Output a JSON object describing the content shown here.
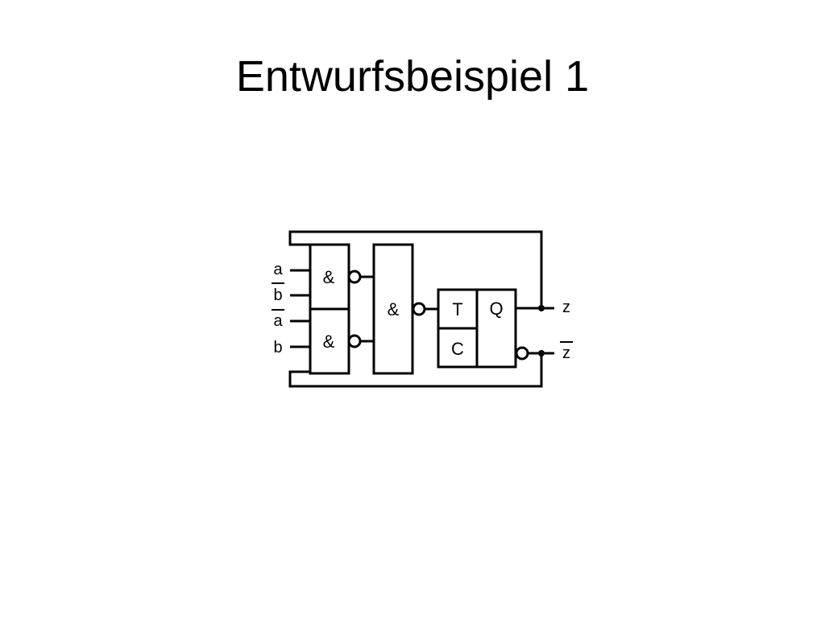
{
  "slide": {
    "title": "Entwurfsbeispiel 1"
  },
  "circuit": {
    "inputs": [
      "a",
      "b",
      "a",
      "b"
    ],
    "inputs_negated": [
      false,
      true,
      true,
      false
    ],
    "gate_symbol": "&",
    "flipflop": {
      "t_label": "T",
      "c_label": "C",
      "q_label": "Q"
    },
    "outputs": {
      "z": "z",
      "z_not": "z"
    }
  }
}
